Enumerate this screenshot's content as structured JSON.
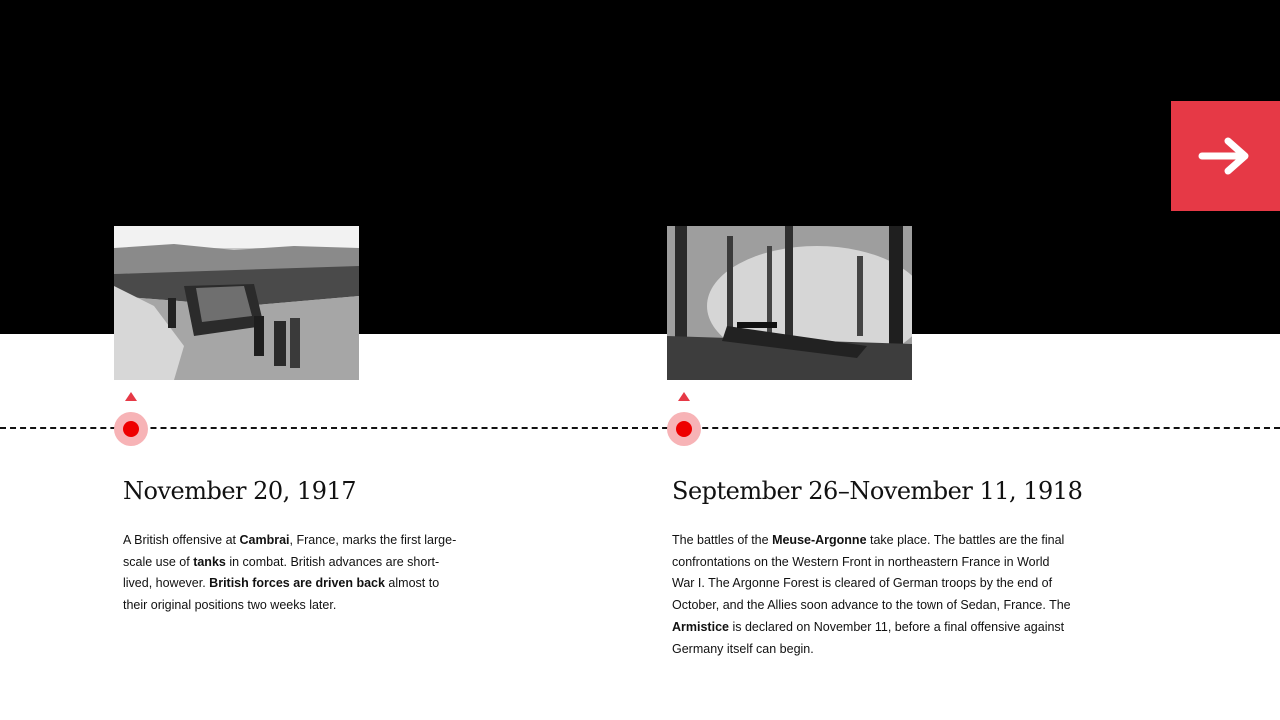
{
  "navigation": {
    "next_icon": "arrow-right-icon",
    "accent_color": "#e63946"
  },
  "events": [
    {
      "photo_description": "black-and-white photo of a tank in a trench",
      "title": "November 20, 1917",
      "body": [
        {
          "t": "A British offensive at "
        },
        {
          "t": "Cambrai",
          "b": true
        },
        {
          "t": ", France, marks the first large-scale use of "
        },
        {
          "t": "tanks",
          "b": true
        },
        {
          "t": " in combat. British advances are short-lived, however. "
        },
        {
          "t": "British forces are driven back",
          "b": true
        },
        {
          "t": " almost to their original positions two weeks later."
        }
      ]
    },
    {
      "photo_description": "black-and-white photo of soldiers with a machine gun among shattered trees",
      "title": "September 26–November 11, 1918",
      "body": [
        {
          "t": "The battles of the "
        },
        {
          "t": "Meuse-Argonne",
          "b": true
        },
        {
          "t": " take place. The battles are the final confrontations on the Western Front in northeastern France in World War I. The Argonne Forest is cleared of German troops by the end of October, and the Allies soon advance to the town of Sedan, France. The "
        },
        {
          "t": "Armistice",
          "b": true
        },
        {
          "t": " is declared on November 11, before a final offensive against Germany itself can begin."
        }
      ]
    }
  ]
}
